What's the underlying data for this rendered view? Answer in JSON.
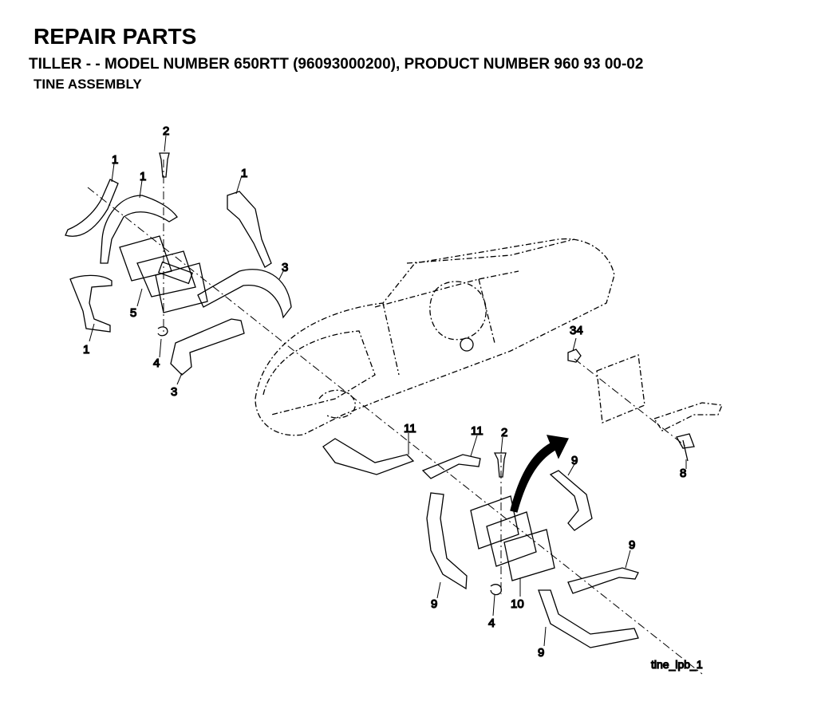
{
  "header": {
    "title": "REPAIR PARTS",
    "subtitle": " TILLER - - MODEL NUMBER 650RTT (96093000200), PRODUCT NUMBER 960 93 00-02",
    "section": "TINE ASSEMBLY"
  },
  "callouts": {
    "c1a": "1",
    "c1b": "1",
    "c1c": "1",
    "c1d": "1",
    "c2a": "2",
    "c2b": "2",
    "c3a": "3",
    "c3b": "3",
    "c4a": "4",
    "c4b": "4",
    "c5": "5",
    "c8": "8",
    "c9a": "9",
    "c9b": "9",
    "c9c": "9",
    "c9d": "9",
    "c10": "10",
    "c11a": "11",
    "c11b": "11",
    "c34": "34"
  },
  "figure_ref": "tine_ipb_1"
}
